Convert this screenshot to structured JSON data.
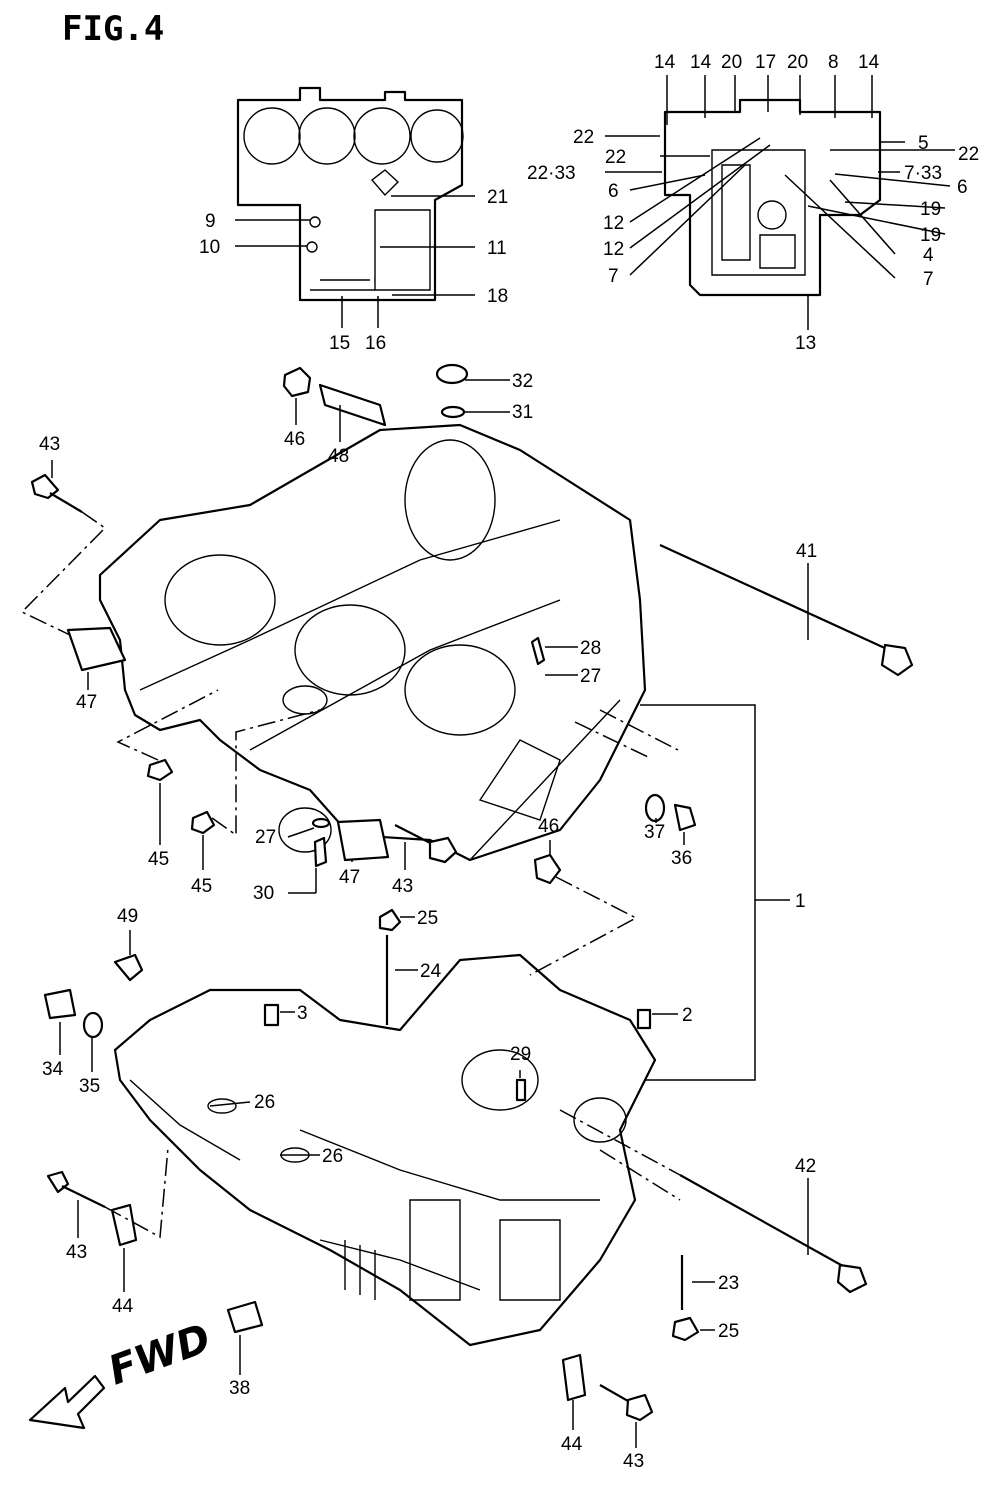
{
  "figure_title": "FIG.4",
  "direction_label": "FWD",
  "callouts": {
    "c14a": "14",
    "c14b": "14",
    "c20a": "20",
    "c17": "17",
    "c20b": "20",
    "c8": "8",
    "c14c": "14",
    "c22a": "22",
    "c5": "5",
    "c22b": "22",
    "c22c": "22",
    "c22_33": "22·33",
    "c7_33": "7·33",
    "c6a": "6",
    "c6b": "6",
    "c12a": "12",
    "c19a": "19",
    "c12b": "12",
    "c19b": "19",
    "c4": "4",
    "c7a": "7",
    "c7b": "7",
    "c13": "13",
    "c21": "21",
    "c9": "9",
    "c10": "10",
    "c11": "11",
    "c18": "18",
    "c15": "15",
    "c16": "16",
    "c32": "32",
    "c31": "31",
    "c46a": "46",
    "c48": "48",
    "c43a": "43",
    "c41": "41",
    "c28": "28",
    "c27a": "27",
    "c47a": "47",
    "c45a": "45",
    "c45b": "45",
    "c27b": "27",
    "c30": "30",
    "c47b": "47",
    "c43b": "43",
    "c46b": "46",
    "c37": "37",
    "c36": "36",
    "c1": "1",
    "c49": "49",
    "c25a": "25",
    "c24": "24",
    "c3": "3",
    "c2": "2",
    "c34": "34",
    "c35": "35",
    "c29": "29",
    "c26a": "26",
    "c26b": "26",
    "c42": "42",
    "c43c": "43",
    "c44a": "44",
    "c23": "23",
    "c25b": "25",
    "c38": "38",
    "c44b": "44",
    "c43d": "43"
  }
}
